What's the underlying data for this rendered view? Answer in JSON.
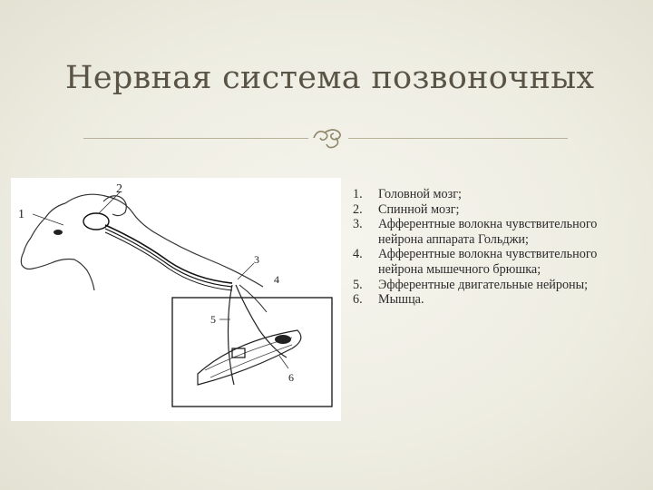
{
  "slide": {
    "title": "Нервная система позвоночных",
    "figure": {
      "labels": [
        "1",
        "2",
        "3",
        "4",
        "5",
        "6"
      ]
    },
    "legend": [
      {
        "num": "1.",
        "text": "Головной мозг;"
      },
      {
        "num": "2.",
        "text": "Спинной мозг;"
      },
      {
        "num": "3.",
        "text": "Афферентные волокна чувствительного нейрона аппарата Гольджи;"
      },
      {
        "num": "4.",
        "text": "Афферентные волокна чувствительного нейрона мышечного брюшка;"
      },
      {
        "num": "5.",
        "text": "Эфферентные двигательные нейроны;"
      },
      {
        "num": "6.",
        "text": "Мышца."
      }
    ]
  }
}
